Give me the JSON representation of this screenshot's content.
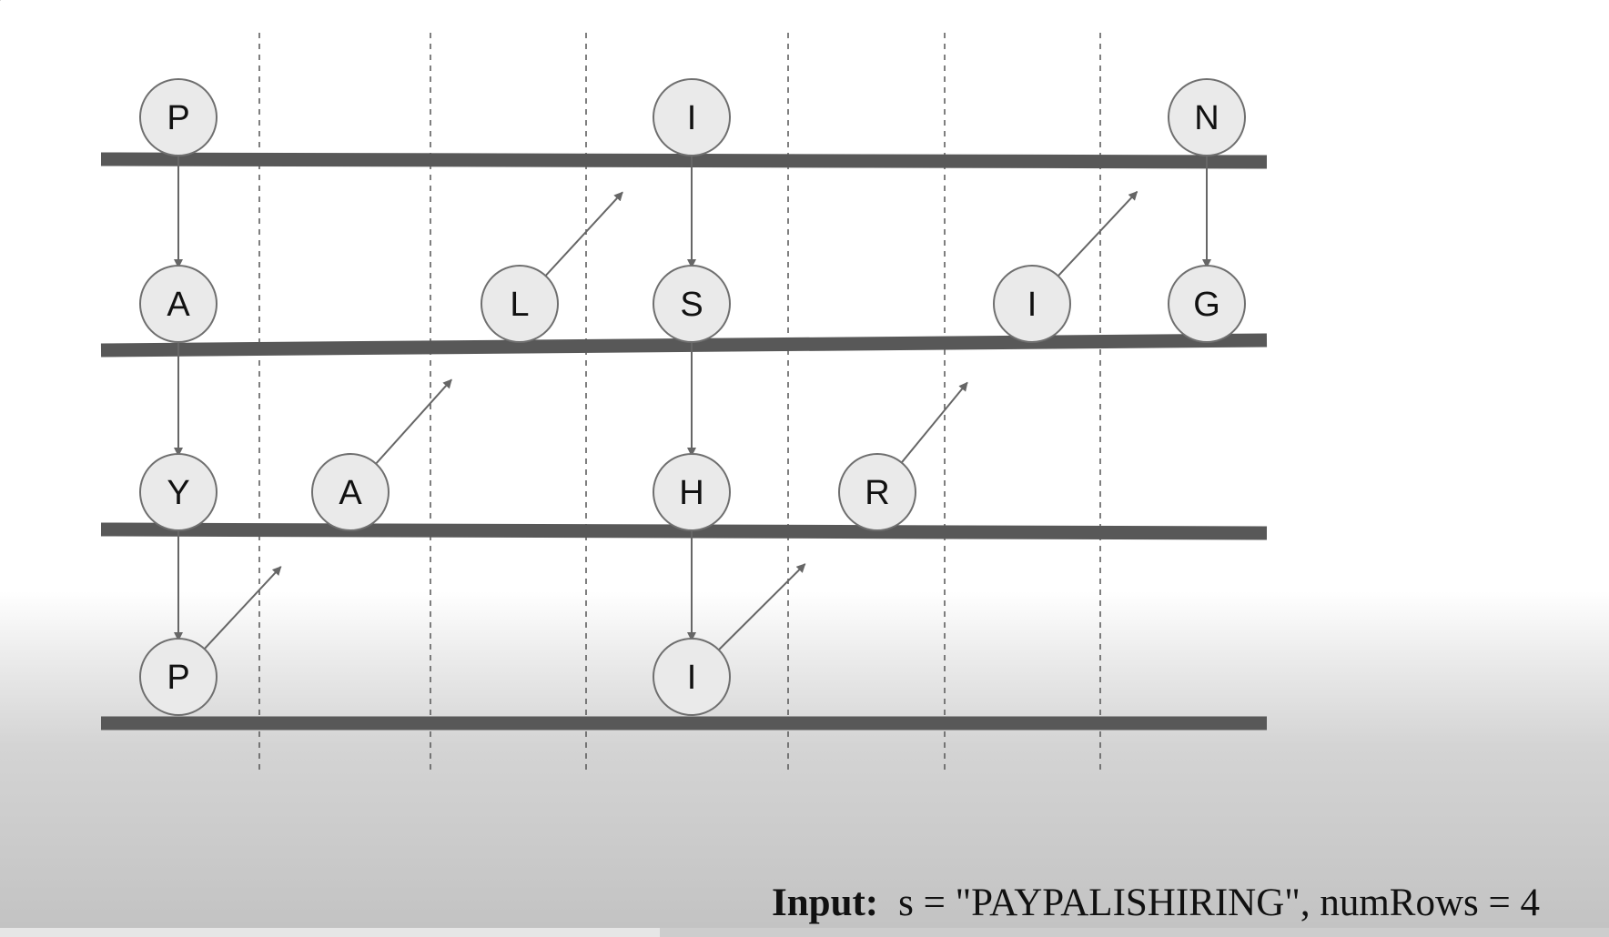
{
  "diagram": {
    "rows": 4,
    "nodes": [
      {
        "letter": "P",
        "row": 0,
        "col": 0
      },
      {
        "letter": "A",
        "row": 1,
        "col": 0
      },
      {
        "letter": "Y",
        "row": 2,
        "col": 0
      },
      {
        "letter": "P",
        "row": 3,
        "col": 0
      },
      {
        "letter": "A",
        "row": 2,
        "col": 1
      },
      {
        "letter": "L",
        "row": 1,
        "col": 2
      },
      {
        "letter": "I",
        "row": 0,
        "col": 3
      },
      {
        "letter": "S",
        "row": 1,
        "col": 3
      },
      {
        "letter": "H",
        "row": 2,
        "col": 3
      },
      {
        "letter": "I",
        "row": 3,
        "col": 3
      },
      {
        "letter": "R",
        "row": 2,
        "col": 4
      },
      {
        "letter": "I",
        "row": 1,
        "col": 5
      },
      {
        "letter": "N",
        "row": 0,
        "col": 6
      },
      {
        "letter": "G",
        "row": 1,
        "col": 6
      }
    ],
    "colors": {
      "node_fill": "#eaeaea",
      "node_stroke": "#6f6f6f",
      "rail": "#585858",
      "arrow": "#666666",
      "divider": "#555555"
    }
  },
  "caption": {
    "label": "Input:",
    "text": "s = \"PAYPALISHIRING\", numRows = 4"
  },
  "video_progress": 0.41
}
